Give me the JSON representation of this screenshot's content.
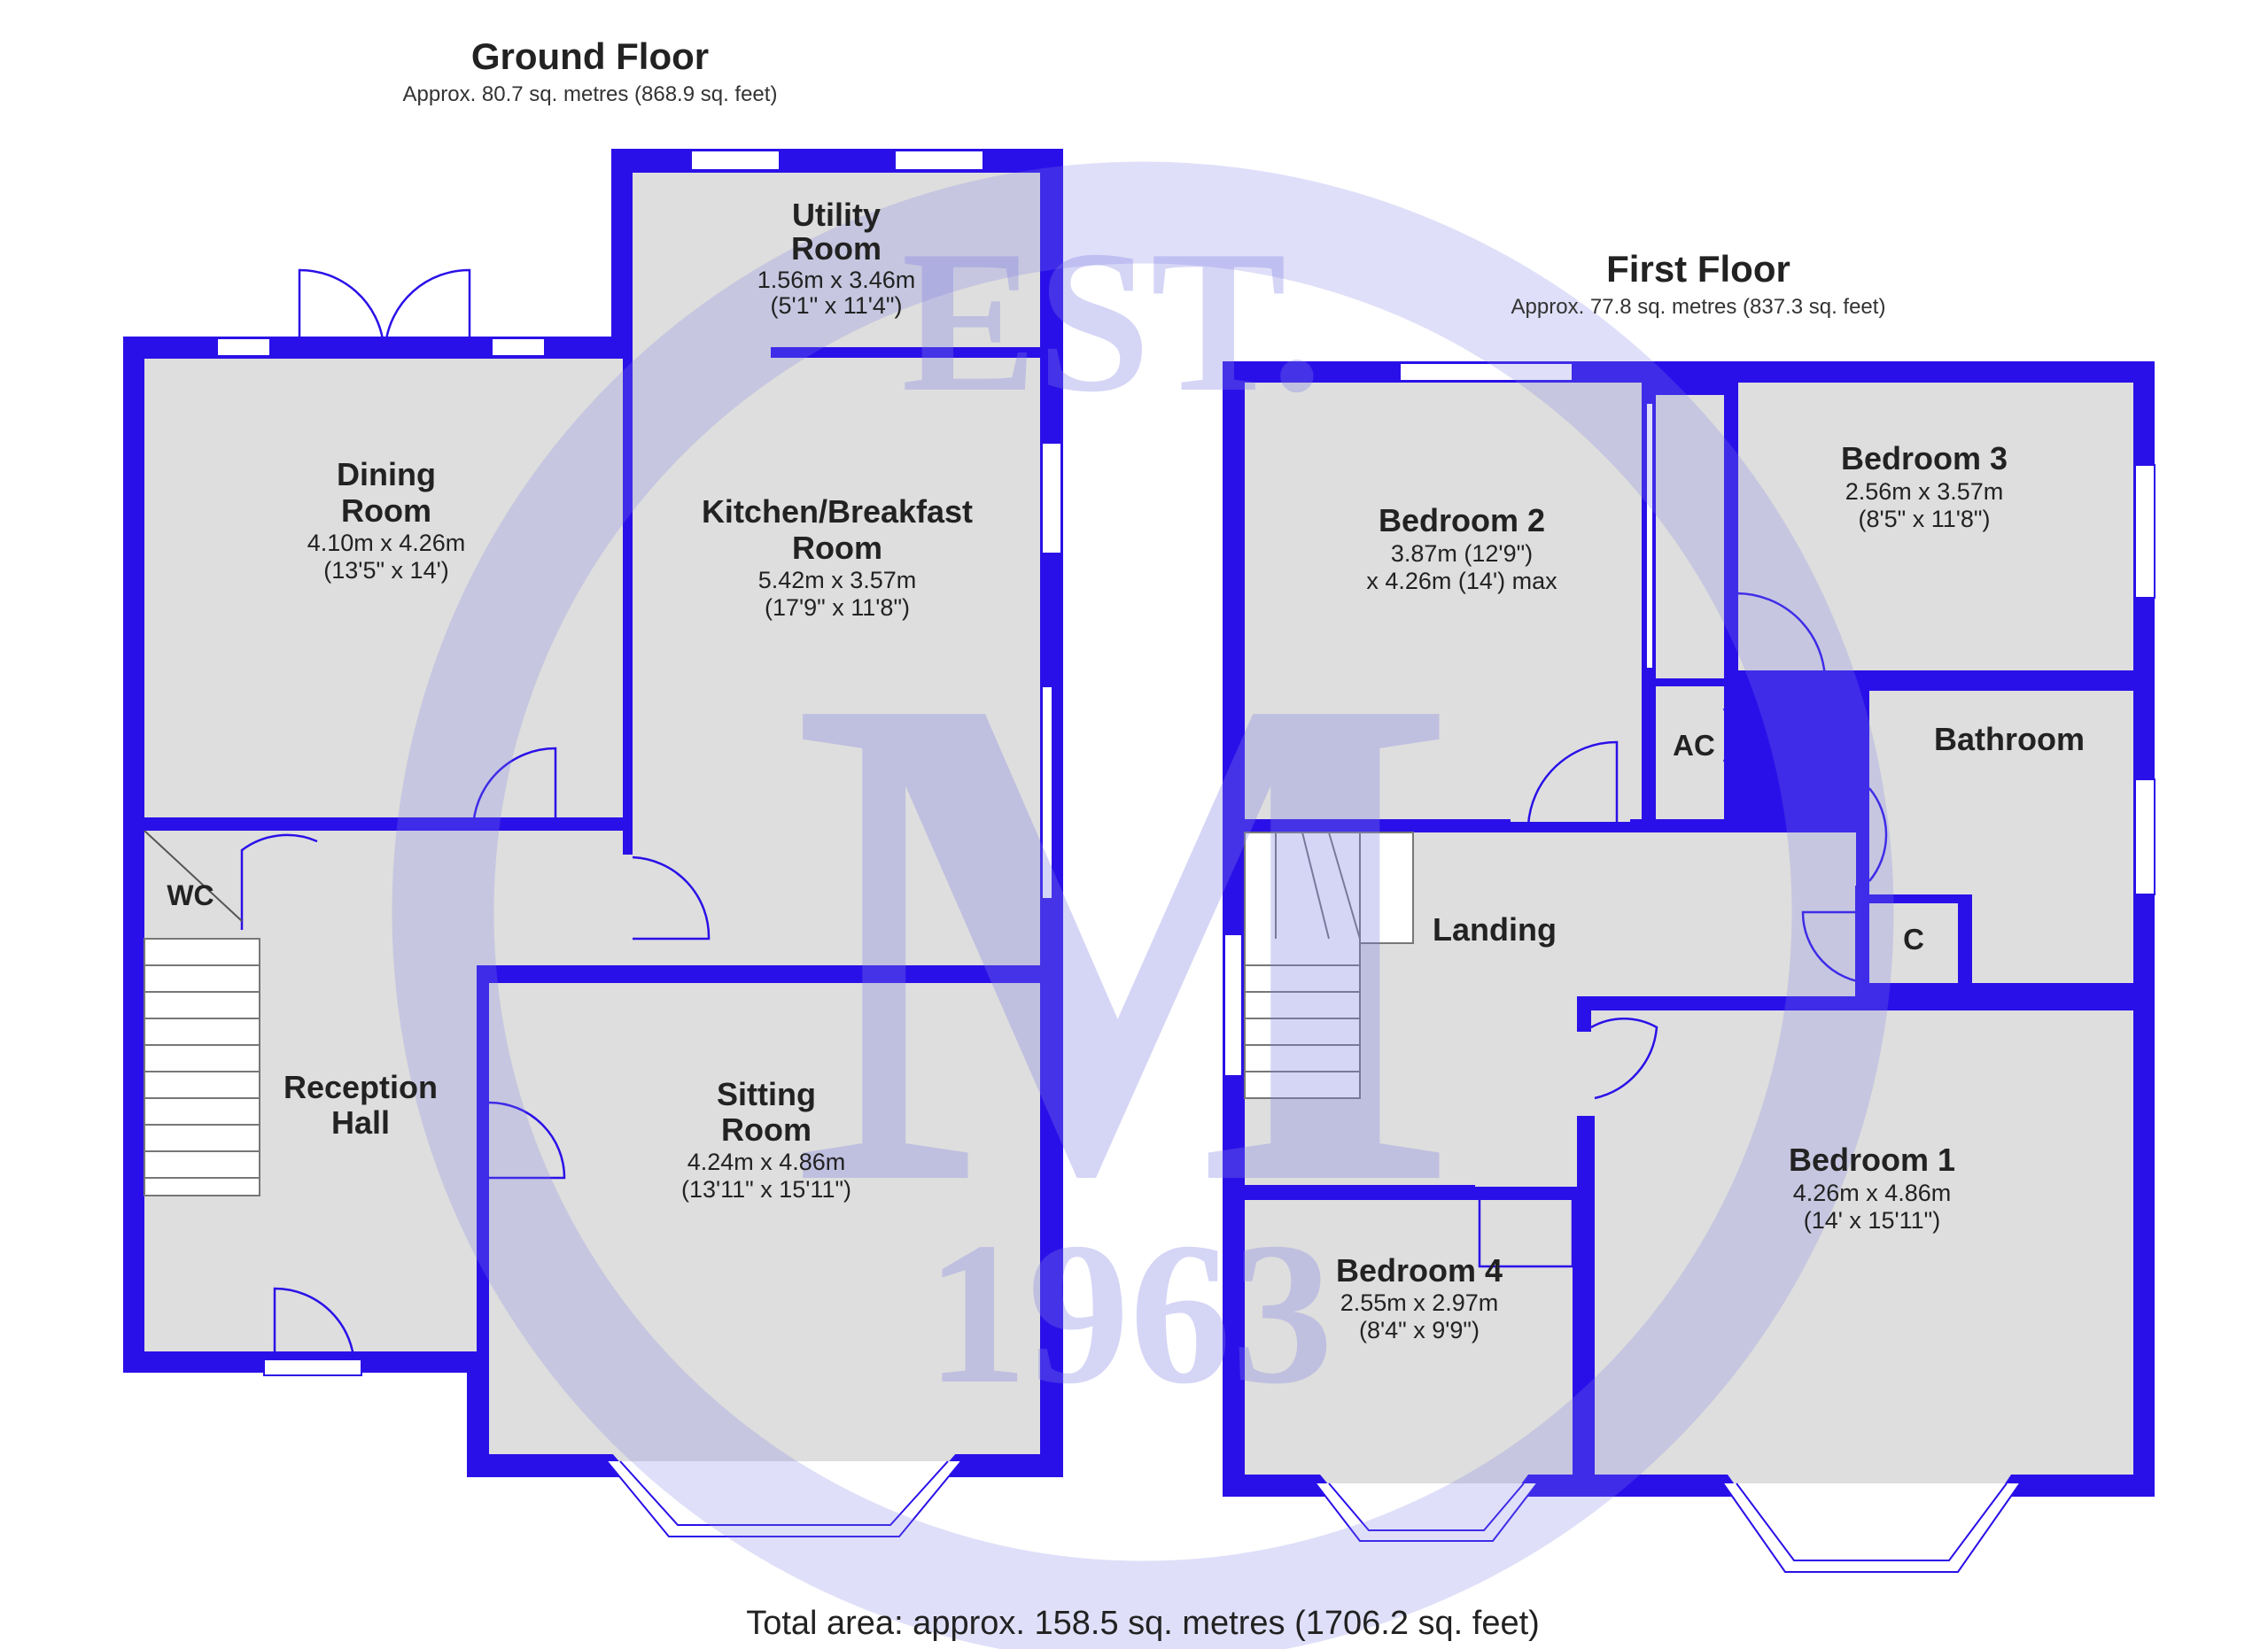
{
  "ground_floor": {
    "title": "Ground Floor",
    "area": "Approx. 80.7 sq. metres (868.9 sq. feet)",
    "rooms": [
      {
        "name_lines": [
          "Utility",
          "Room"
        ],
        "dims": [
          "1.56m x 3.46m",
          "(5'1\" x 11'4\")"
        ]
      },
      {
        "name_lines": [
          "Dining",
          "Room"
        ],
        "dims": [
          "4.10m x 4.26m",
          "(13'5\" x 14')"
        ]
      },
      {
        "name_lines": [
          "Kitchen/Breakfast",
          "Room"
        ],
        "dims": [
          "5.42m x 3.57m",
          "(17'9\" x 11'8\")"
        ]
      },
      {
        "name_lines": [
          "WC"
        ],
        "dims": []
      },
      {
        "name_lines": [
          "Reception",
          "Hall"
        ],
        "dims": []
      },
      {
        "name_lines": [
          "Sitting",
          "Room"
        ],
        "dims": [
          "4.24m x 4.86m",
          "(13'11\" x 15'11\")"
        ]
      }
    ]
  },
  "first_floor": {
    "title": "First Floor",
    "area": "Approx. 77.8 sq. metres (837.3 sq. feet)",
    "rooms": [
      {
        "name_lines": [
          "Bedroom 2"
        ],
        "dims": [
          "3.87m (12'9\")",
          "x 4.26m (14') max"
        ]
      },
      {
        "name_lines": [
          "Bedroom 3"
        ],
        "dims": [
          "2.56m x 3.57m",
          "(8'5\" x 11'8\")"
        ]
      },
      {
        "name_lines": [
          "AC"
        ],
        "dims": []
      },
      {
        "name_lines": [
          "Bathroom"
        ],
        "dims": []
      },
      {
        "name_lines": [
          "Landing"
        ],
        "dims": []
      },
      {
        "name_lines": [
          "C"
        ],
        "dims": []
      },
      {
        "name_lines": [
          "Bedroom 1"
        ],
        "dims": [
          "4.26m x 4.86m",
          "(14' x 15'11\")"
        ]
      },
      {
        "name_lines": [
          "Bedroom 4"
        ],
        "dims": [
          "2.55m x 2.97m",
          "(8'4\" x 9'9\")"
        ]
      }
    ]
  },
  "total_area": "Total area: approx. 158.5 sq. metres (1706.2 sq. feet)",
  "watermark": {
    "top": "EST.",
    "bottom": "1963",
    "letter": "M"
  },
  "colors": {
    "wall": "#2a10e8",
    "floor": "#dedede",
    "watermark": "#7f7fe6"
  }
}
